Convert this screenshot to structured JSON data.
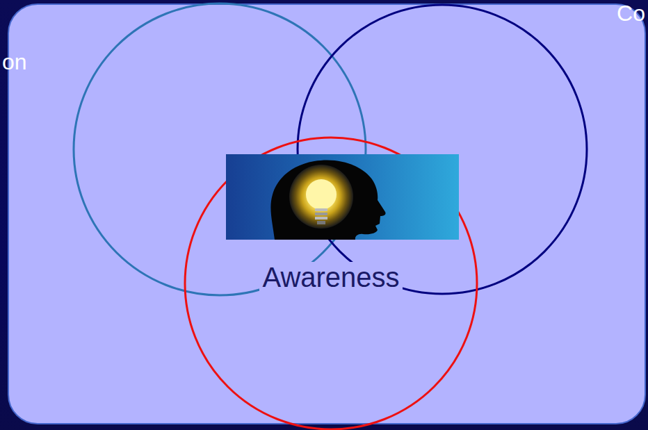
{
  "diagram": {
    "labels": [
      "on",
      "Co",
      "Awareness"
    ]
  }
}
